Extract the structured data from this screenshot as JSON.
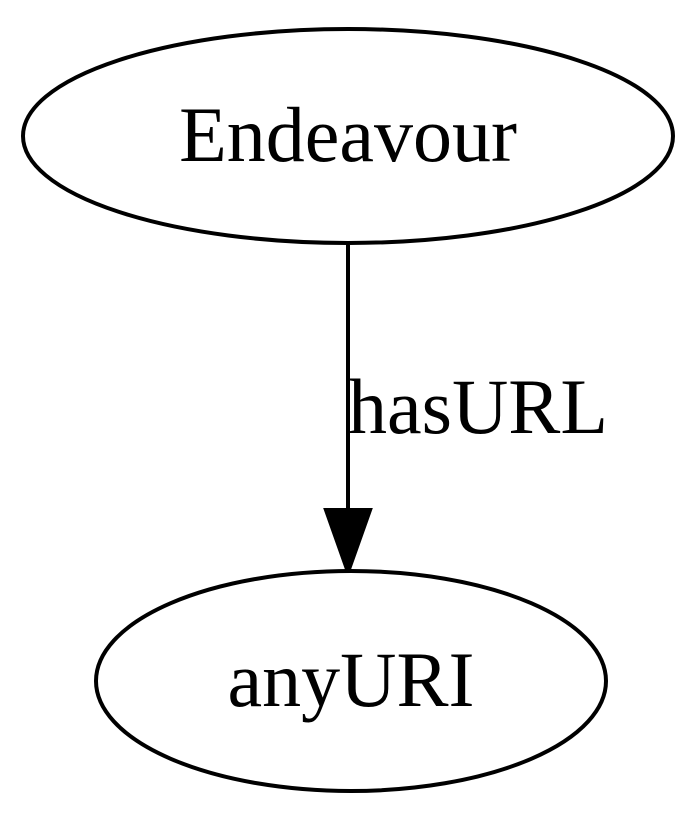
{
  "diagram": {
    "nodes": {
      "source": {
        "label": "Endeavour"
      },
      "target": {
        "label": "anyURI"
      }
    },
    "edge": {
      "label": "hasURL"
    }
  }
}
